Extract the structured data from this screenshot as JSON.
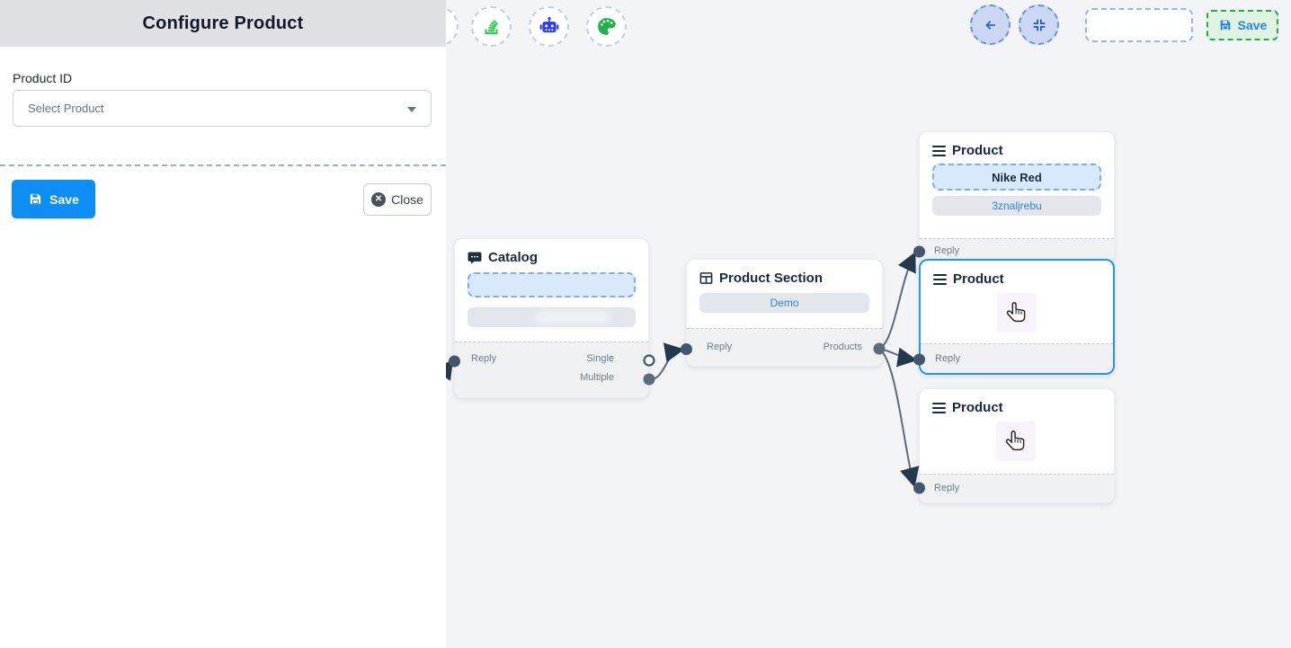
{
  "panel": {
    "title": "Configure Product",
    "product_id_label": "Product ID",
    "select_placeholder": "Select Product",
    "save_label": "Save",
    "close_label": "Close"
  },
  "topbar": {
    "save_label": "Save",
    "icon_names": [
      "stack-icon",
      "robot-icon",
      "palette-icon",
      "arrow-left-icon",
      "compress-icon"
    ]
  },
  "colors": {
    "accent_blue": "#2f80ed",
    "primary_button_blue": "#0e8ef5",
    "save_green_bg": "#def3e0",
    "save_green_border": "#2ba84f",
    "selected_node_border": "#2196f3",
    "edge_slate": "#5c6b7c",
    "toolbar_green": "#2bd14e",
    "toolbar_robot_blue": "#2b3bf2",
    "panel_header_bg": "#dfe1e4"
  },
  "nodes": {
    "catalog": {
      "title": "Catalog",
      "reply": "Reply",
      "single": "Single",
      "multiple": "Multiple"
    },
    "product_section": {
      "title": "Product Section",
      "body": "Demo",
      "reply": "Reply",
      "products": "Products"
    },
    "product_top": {
      "title": "Product",
      "option_selected": "Nike Red",
      "option_id": "3znaljrebu",
      "reply": "Reply"
    },
    "product_middle": {
      "title": "Product",
      "reply": "Reply"
    },
    "product_bottom": {
      "title": "Product",
      "reply": "Reply"
    }
  }
}
